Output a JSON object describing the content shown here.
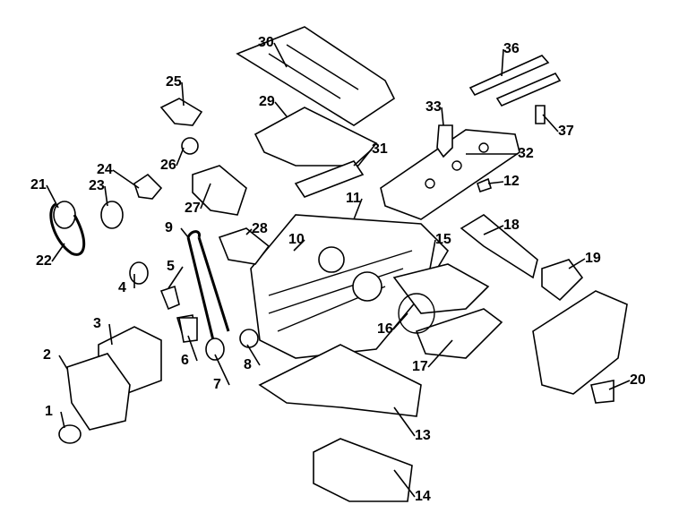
{
  "diagram": {
    "type": "exploded-parts-diagram",
    "callouts": [
      "1",
      "2",
      "3",
      "4",
      "5",
      "6",
      "7",
      "8",
      "9",
      "10",
      "11",
      "12",
      "13",
      "14",
      "15",
      "16",
      "17",
      "18",
      "19",
      "20",
      "21",
      "22",
      "23",
      "24",
      "25",
      "26",
      "27",
      "28",
      "29",
      "30",
      "31",
      "32",
      "33",
      "36",
      "37"
    ]
  }
}
